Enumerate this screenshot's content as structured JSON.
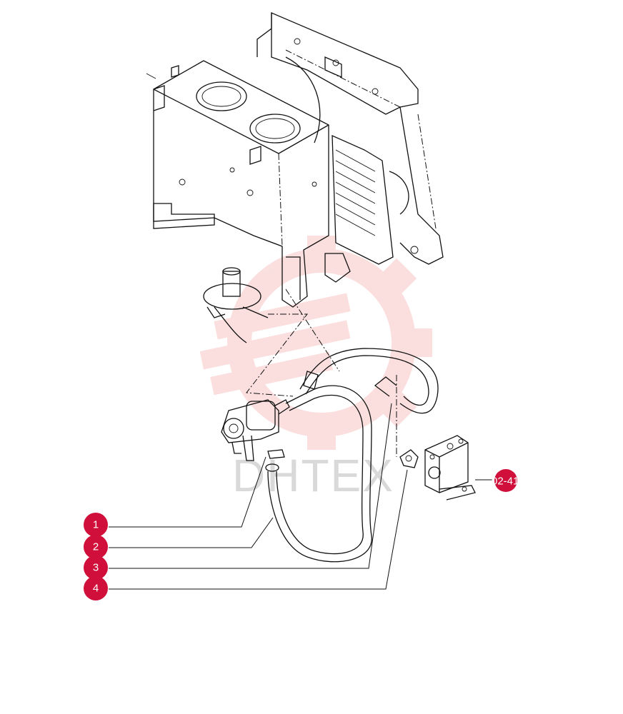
{
  "watermark": {
    "text": "DHTEX",
    "color": "#f4a6a6"
  },
  "accent": "#d0103a",
  "callouts": [
    {
      "label": "1"
    },
    {
      "label": "2"
    },
    {
      "label": "3"
    },
    {
      "label": "4"
    }
  ],
  "reference": {
    "text": "02-41"
  }
}
